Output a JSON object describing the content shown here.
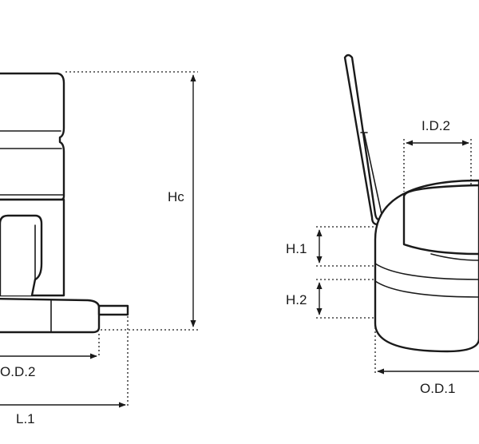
{
  "diagram": {
    "left_part": {
      "labels": {
        "height": "Hc",
        "outer_diameter": "O.D.2",
        "length": "L.1"
      }
    },
    "right_part": {
      "labels": {
        "inner_diameter": "I.D.2",
        "height_1": "H.1",
        "height_2": "H.2",
        "outer_diameter": "O.D.1"
      }
    },
    "colors": {
      "line": "#1a1a1a",
      "background": "#ffffff"
    }
  }
}
